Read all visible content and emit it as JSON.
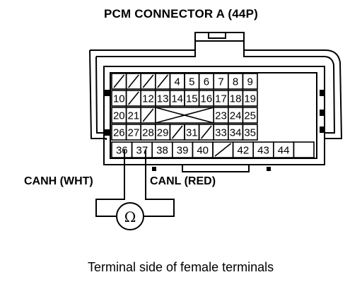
{
  "title": "PCM CONNECTOR A (44P)",
  "pins": {
    "row1": [
      "4",
      "5",
      "6",
      "7",
      "8",
      "9"
    ],
    "row2": [
      "10",
      "12",
      "13",
      "14",
      "15",
      "16",
      "17",
      "18",
      "19"
    ],
    "row3": [
      "20",
      "21",
      "23",
      "24",
      "25"
    ],
    "row4": [
      "26",
      "27",
      "28",
      "29",
      "31",
      "33",
      "34",
      "35"
    ],
    "row5": [
      "36",
      "37",
      "38",
      "39",
      "40",
      "42",
      "43",
      "44"
    ]
  },
  "labels": {
    "canh": "CANH (WHT)",
    "canl": "CANL (RED)",
    "meter_symbol": "Ω"
  },
  "caption": "Terminal side of female terminals"
}
